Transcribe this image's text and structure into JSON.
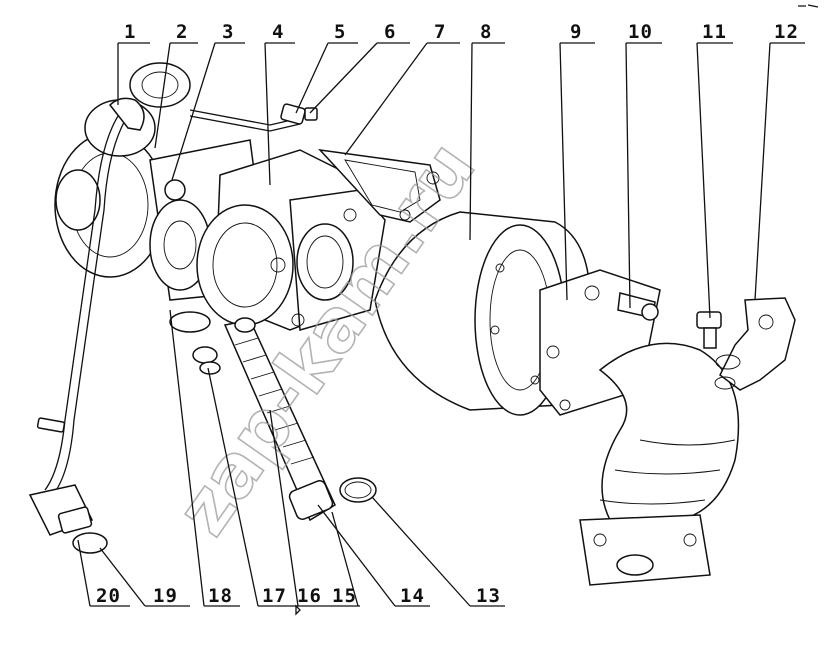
{
  "diagram": {
    "top_labels": [
      "1",
      "2",
      "3",
      "4",
      "5",
      "6",
      "7",
      "8",
      "9",
      "10",
      "11",
      "12"
    ],
    "bottom_labels": [
      "20",
      "19",
      "18",
      "17",
      "16",
      "15",
      "14",
      "13"
    ],
    "watermark": "zap-kam.ru"
  }
}
